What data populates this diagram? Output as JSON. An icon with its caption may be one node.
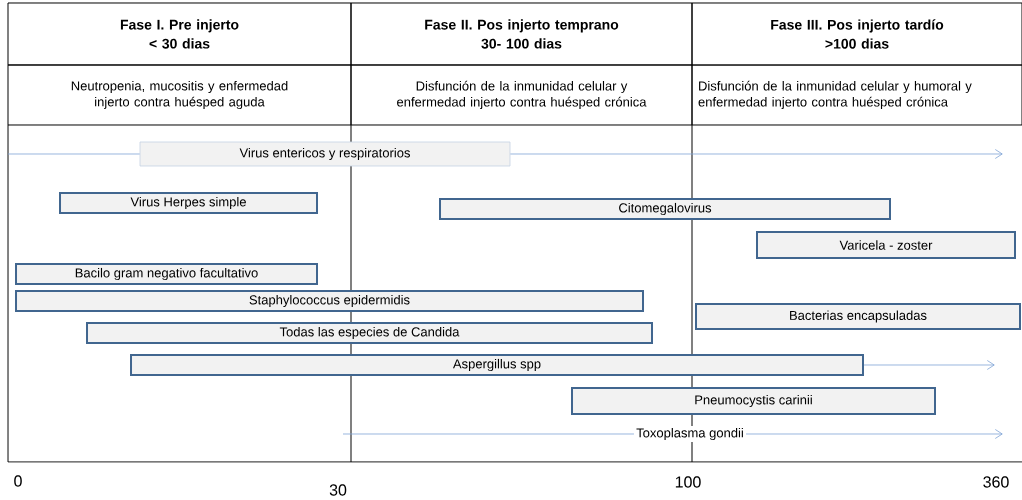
{
  "diagram": {
    "nodes": [
      {
        "text": [
          "Fase I. Pre injerto",
          "< 30 dias"
        ]
      },
      {
        "text": [
          "Fase II. Pos injerto temprano",
          "30- 100 dias"
        ]
      },
      {
        "text": [
          "Fase III. Pos injerto tardío",
          ">100 dias"
        ]
      },
      {
        "text": [
          "Neutropenia, mucositis y enfermedad injerto contra huésped aguda"
        ]
      },
      {
        "text": [
          "Disfunción de la inmunidad celular y enfermedad injerto contra huésped crónica"
        ]
      },
      {
        "text": [
          "Disfunción de la inmunidad celular y humoral y enfermedad injerto contra huésped crónica"
        ]
      },
      {
        "text": [
          "Virus entericos y respiratorios"
        ]
      },
      {
        "text": [
          "Virus Herpes simple"
        ]
      },
      {
        "text": [
          "Citomegalovirus"
        ]
      },
      {
        "text": [
          "Varicela - zoster"
        ]
      },
      {
        "text": [
          "Bacilo gram negativo facultativo"
        ]
      },
      {
        "text": [
          "Staphylococcus epidermidis"
        ]
      },
      {
        "text": [
          "Bacterias encapsuladas"
        ]
      },
      {
        "text": [
          "Todas las especies de Candida"
        ]
      },
      {
        "text": [
          "Aspergillus spp"
        ]
      },
      {
        "text": [
          "Pneumocystis carinii"
        ]
      },
      {
        "text": [
          "Toxoplasma gondii"
        ]
      }
    ],
    "edges": [
      {
        "from": null,
        "to": 6,
        "arrow": "none"
      },
      {
        "from": 6,
        "to": null,
        "arrow": "to"
      },
      {
        "from": 14,
        "to": null,
        "arrow": "to"
      },
      {
        "from": null,
        "to": 16,
        "arrow": "none"
      },
      {
        "from": 16,
        "to": null,
        "arrow": "to"
      }
    ],
    "labels": [
      "0",
      "30",
      "100",
      "360"
    ]
  }
}
